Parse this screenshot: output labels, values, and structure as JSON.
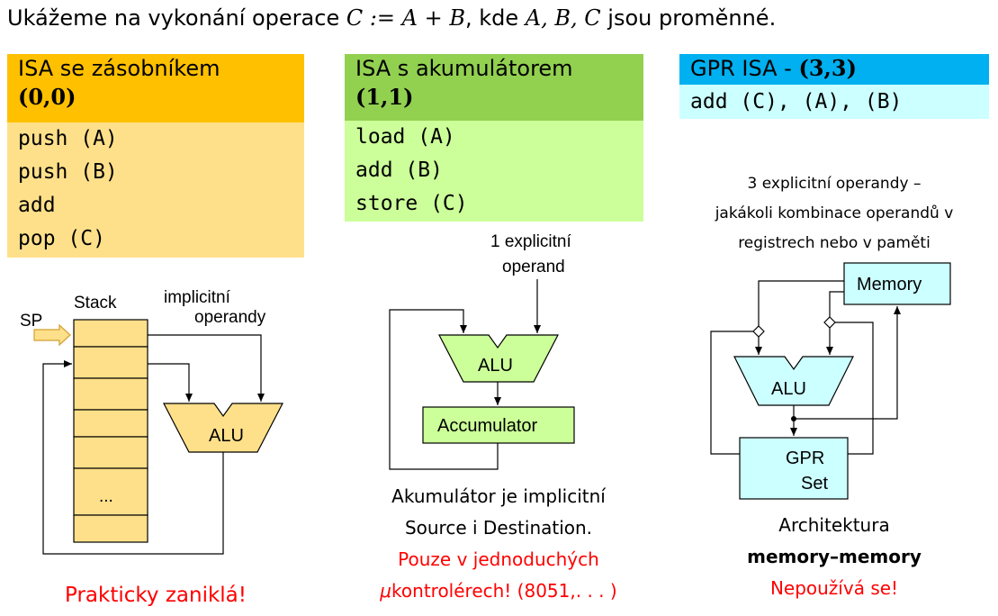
{
  "intro": {
    "prefix": "Ukážeme na vykonání operace ",
    "formula": "C := A + B",
    "middle": ", kde ",
    "vars": "A, B, C",
    "suffix": " jsou proměnné."
  },
  "stack_isa": {
    "title": "ISA se zásobníkem",
    "operands": "(0,0)",
    "code": [
      "push (A)",
      "push (B)",
      "add",
      "pop (C)"
    ],
    "diagram": {
      "stack_label": "Stack",
      "sp_label": "SP",
      "implicit_label_1": "implicitní",
      "implicit_label_2": "operandy",
      "alu_label": "ALU",
      "ellipsis": "..."
    },
    "note": "Prakticky zaniklá!"
  },
  "acc_isa": {
    "title": "ISA s akumulátorem",
    "operands": "(1,1)",
    "code": [
      "load (A)",
      "add (B)",
      "store (C)"
    ],
    "diagram": {
      "explicit_label_1": "1 explicitní",
      "explicit_label_2": "operand",
      "alu_label": "ALU",
      "acc_label": "Accumulator"
    },
    "note_line1": "Akumulátor je implicitní",
    "note_line2": "Source i Destination.",
    "note_red_line1": "Pouze v jednoduchých",
    "note_red_mu": "μ",
    "note_red_line2": "kontrolérech! (8051,. . . )"
  },
  "gpr_isa": {
    "title": "GPR ISA - ",
    "operands": "(3,3)",
    "code": [
      "add (C), (A), (B)"
    ],
    "desc_line1": "3 explicitní operandy –",
    "desc_line2": "jakákoli kombinace operandů v",
    "desc_line3": "registrech nebo v paměti",
    "diagram": {
      "memory_label": "Memory",
      "alu_label": "ALU",
      "gpr_label_1": "GPR",
      "gpr_label_2": "Set"
    },
    "note_line1": "Architektura",
    "note_bold": "memory–memory",
    "note_red": "Nepoužívá se!"
  },
  "colors": {
    "stack_header": "#ffc000",
    "stack_code": "#ffe08a",
    "acc_header": "#92d050",
    "acc_code": "#ccff99",
    "gpr_header": "#00b0f0",
    "gpr_code": "#ccffff",
    "note_red": "#ff0000"
  }
}
